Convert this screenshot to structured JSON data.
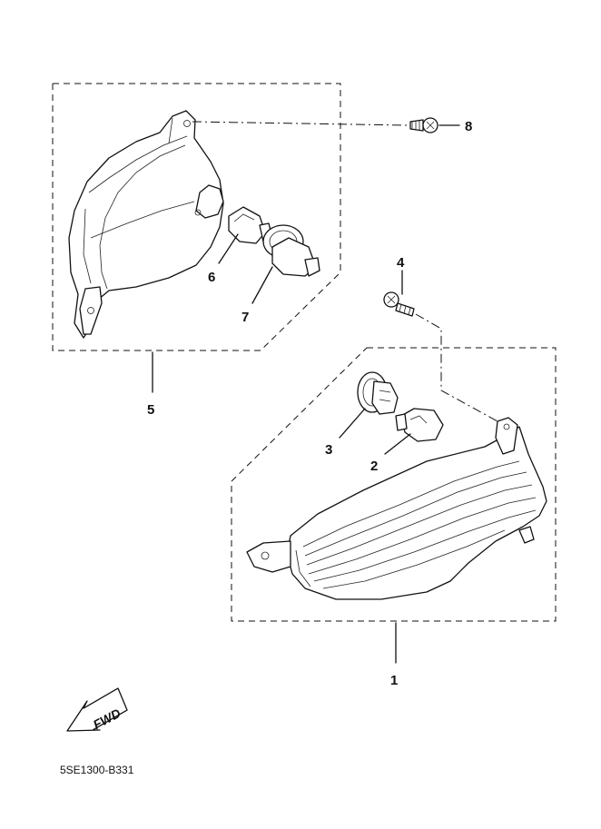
{
  "diagram_code": "5SE1300-B331",
  "fwd_label": "FWD",
  "callouts": {
    "c1": "1",
    "c2": "2",
    "c3": "3",
    "c4": "4",
    "c5": "5",
    "c6": "6",
    "c7": "7",
    "c8": "8"
  }
}
